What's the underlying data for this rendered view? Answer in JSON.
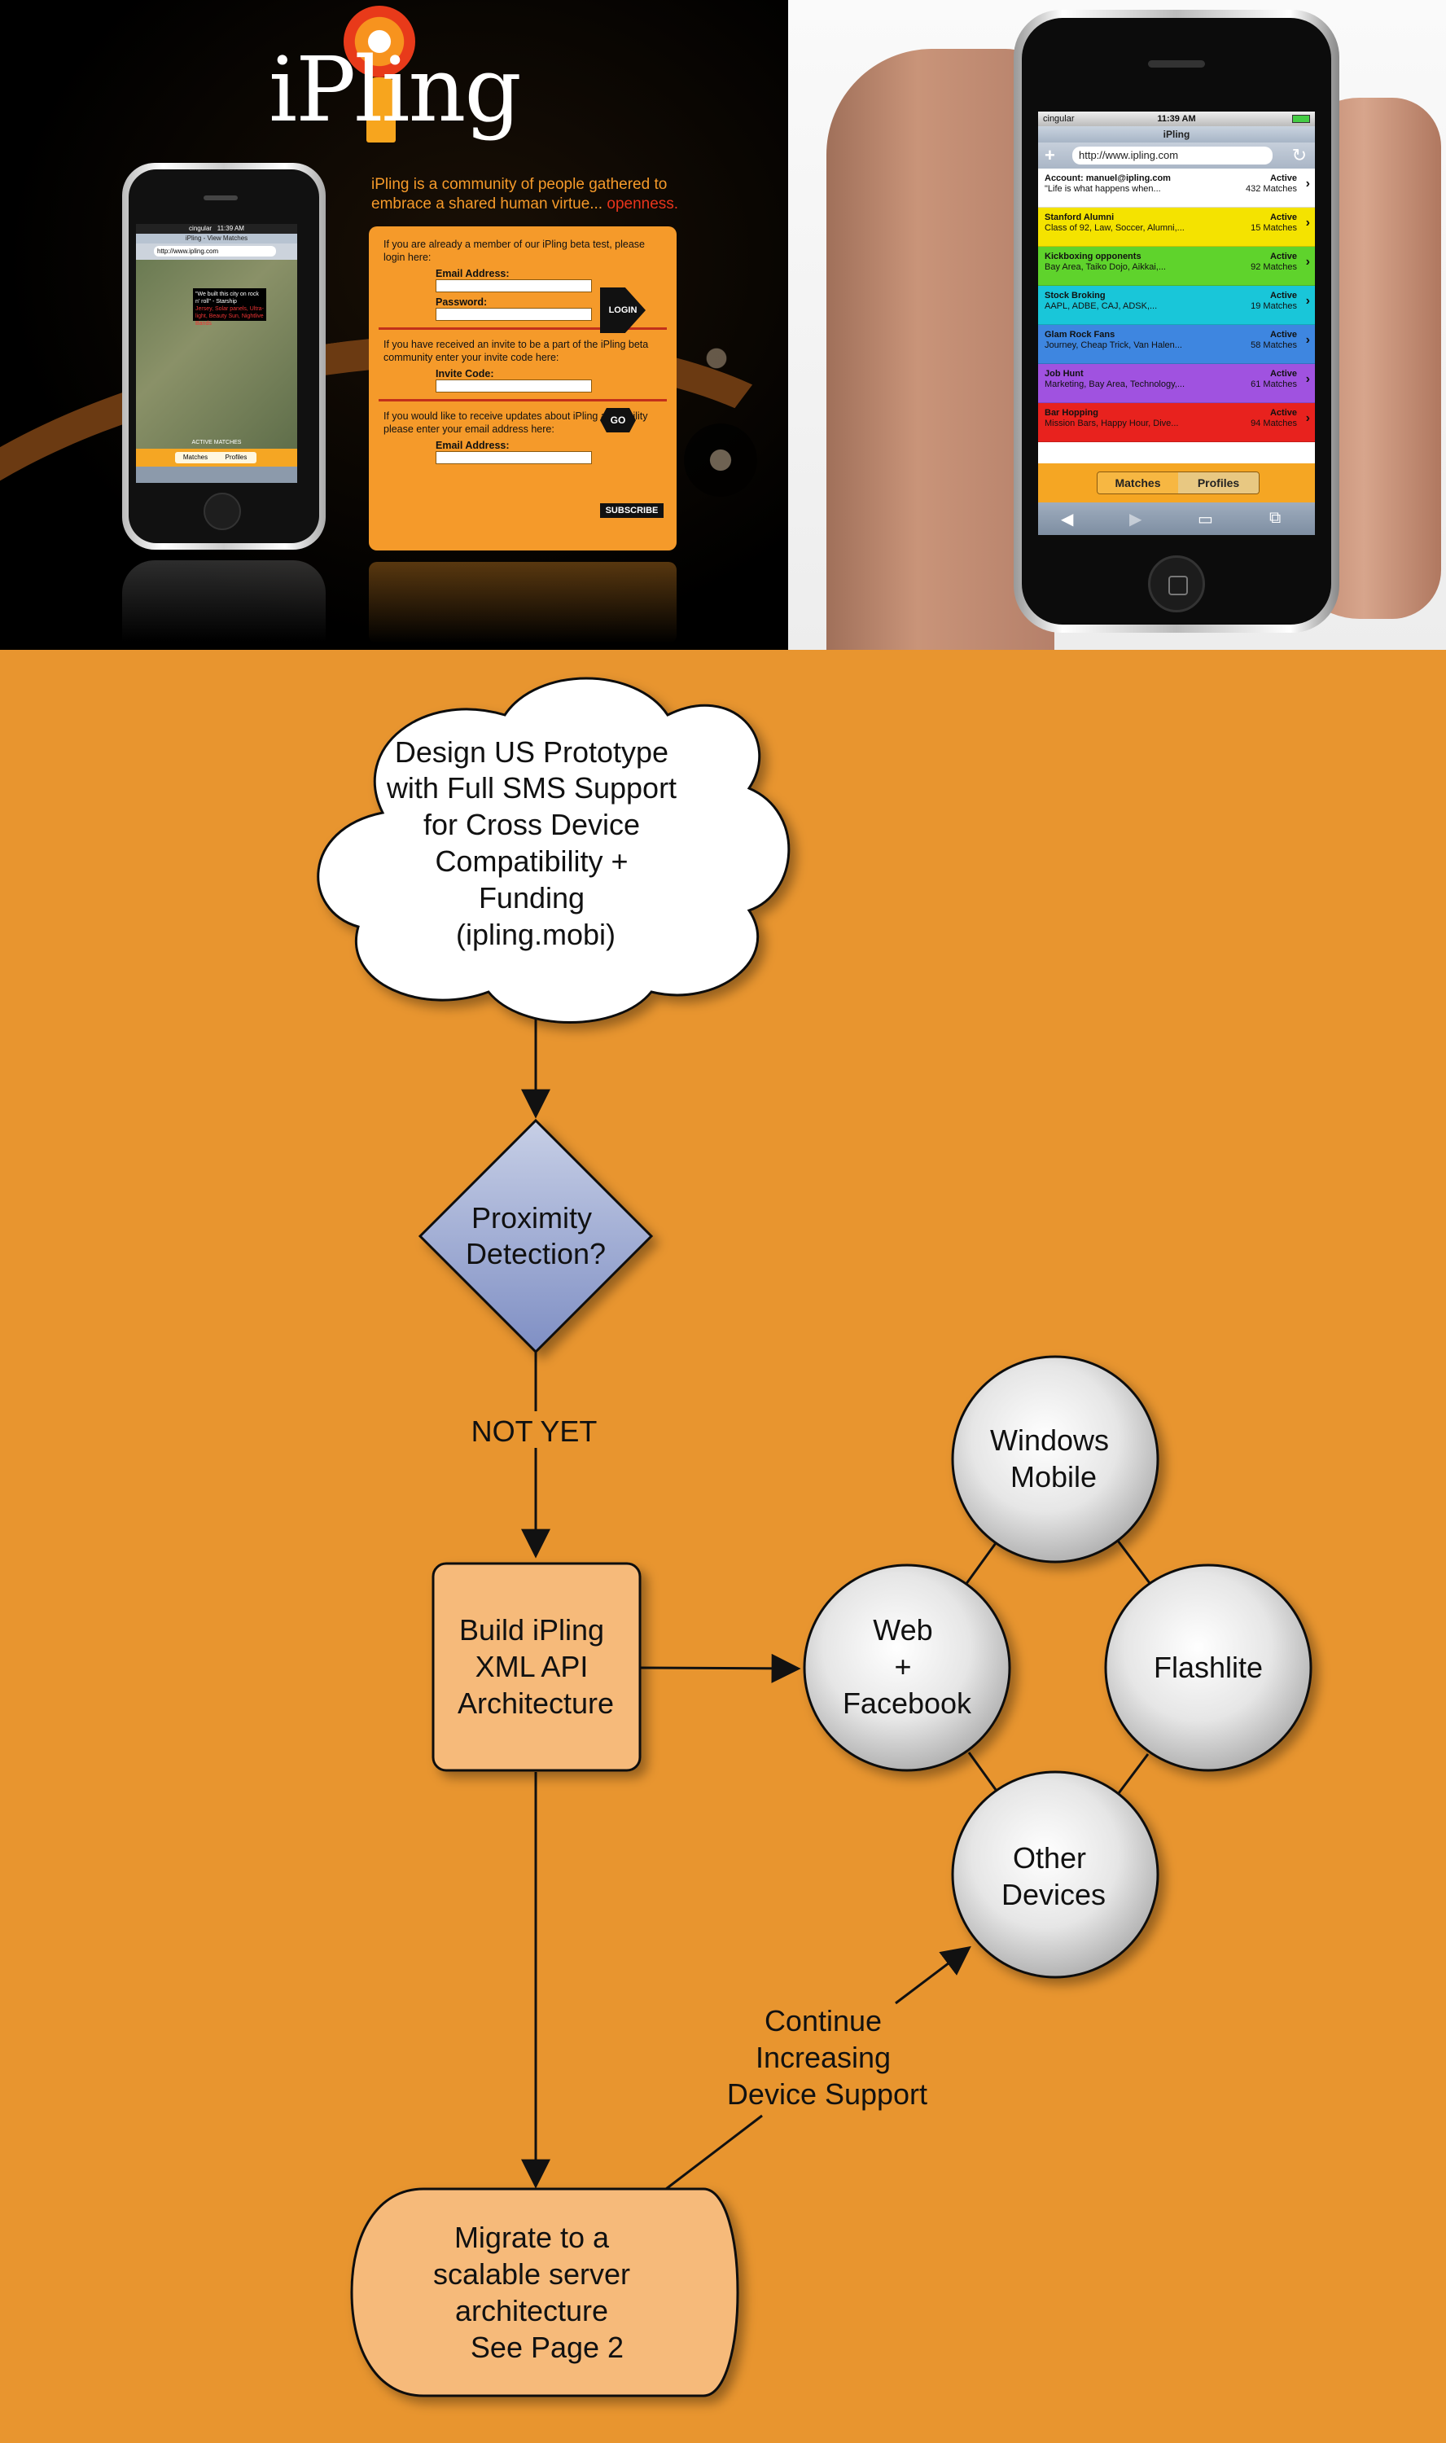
{
  "hero": {
    "logo": "iPling",
    "tagline": "iPling is a community of people gathered to embrace a shared human virtue...",
    "tagline_accent": "openness.",
    "login": {
      "intro": "If you are already a member of our iPling beta test, please login here:",
      "email_label": "Email Address:",
      "password_label": "Password:",
      "button": "LOGIN"
    },
    "invite": {
      "intro": "If you have received an invite to be a part of the iPling beta community enter your invite code here:",
      "code_label": "Invite Code:",
      "button": "GO"
    },
    "updates": {
      "intro": "If you would like to receive updates about iPling availability please enter your email address here:",
      "email_label": "Email Address:",
      "button": "SUBSCRIBE"
    },
    "small_phone": {
      "carrier": "cingular",
      "time": "11:39 AM",
      "title": "iPling - View Matches",
      "url": "http://www.ipling.com",
      "bubble": "\"We built this city on rock n' roll\" - Starship",
      "bubble_sub": "Jersey, Solar panels, Ultra-light, Beauty Sun, Nightlive Bands",
      "active_matches": "ACTIVE MATCHES",
      "tabs": [
        "Matches",
        "Profiles"
      ]
    },
    "big_phone": {
      "carrier": "cingular",
      "time": "11:39 AM",
      "title": "iPling",
      "url": "http://www.ipling.com",
      "rows": [
        {
          "name": "Account: manuel@ipling.com",
          "desc": "\"Life is what happens when...",
          "status": "Active",
          "matches": "432 Matches",
          "color": "#FFFFFF"
        },
        {
          "name": "Stanford Alumni",
          "desc": "Class of 92, Law, Soccer, Alumni,...",
          "status": "Active",
          "matches": "15 Matches",
          "color": "#F4E300"
        },
        {
          "name": "Kickboxing opponents",
          "desc": "Bay Area, Taiko Dojo, Aikkai,...",
          "status": "Active",
          "matches": "92 Matches",
          "color": "#5FD32C"
        },
        {
          "name": "Stock Broking",
          "desc": "AAPL, ADBE, CAJ, ADSK,...",
          "status": "Active",
          "matches": "19 Matches",
          "color": "#19C6D9"
        },
        {
          "name": "Glam Rock Fans",
          "desc": "Journey, Cheap Trick, Van Halen...",
          "status": "Active",
          "matches": "58 Matches",
          "color": "#3E86E0"
        },
        {
          "name": "Job Hunt",
          "desc": "Marketing, Bay Area, Technology,...",
          "status": "Active",
          "matches": "61 Matches",
          "color": "#A052E0"
        },
        {
          "name": "Bar Hopping",
          "desc": "Mission Bars, Happy Hour, Dive...",
          "status": "Active",
          "matches": "94 Matches",
          "color": "#E8221E"
        }
      ],
      "tabs": [
        "Matches",
        "Profiles"
      ]
    }
  },
  "flow": {
    "cloud": [
      "Design US Prototype",
      "with Full SMS Support",
      "for Cross Device",
      "Compatibility +",
      "Funding",
      "(ipling.mobi)"
    ],
    "decision": [
      "Proximity",
      "Detection?"
    ],
    "edge_not_yet": "NOT YET",
    "build": [
      "Build iPling",
      "XML API",
      "Architecture"
    ],
    "migrate": [
      "Migrate to a",
      "scalable server",
      "architecture",
      "See Page 2"
    ],
    "edge_continue": [
      "Continue",
      "Increasing",
      "Device Support"
    ],
    "circles": {
      "windows": [
        "Windows",
        "Mobile"
      ],
      "web": [
        "Web",
        "+",
        "Facebook"
      ],
      "flashlite": [
        "Flashlite"
      ],
      "other": [
        "Other",
        "Devices"
      ]
    }
  }
}
